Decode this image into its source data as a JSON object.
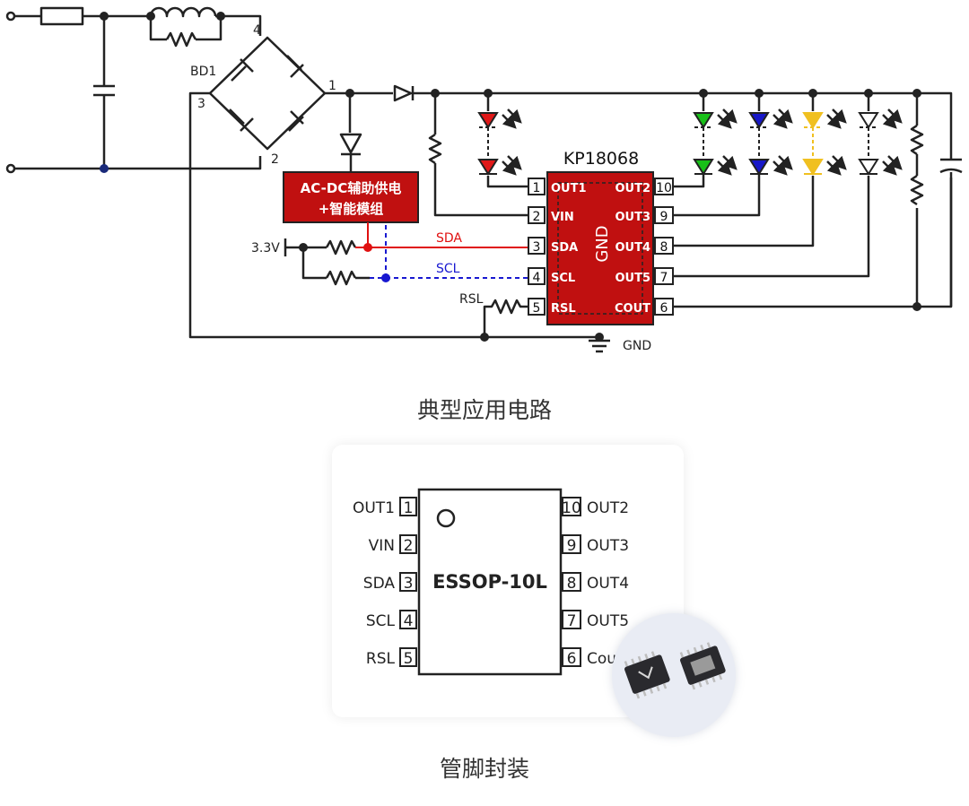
{
  "captions": {
    "circuit": "典型应用电路",
    "package": "管脚封装"
  },
  "chip": {
    "name": "KP18068",
    "center_label": "GND"
  },
  "aux_module": {
    "line1": "AC-DC辅助供电",
    "line2": "+智能模组"
  },
  "labels": {
    "bd1": "BD1",
    "node4": "4",
    "node1": "1",
    "node3": "3",
    "node2": "2",
    "v33": "3.3V",
    "sda": "SDA",
    "scl": "SCL",
    "rsl": "RSL",
    "gnd": "GND"
  },
  "pins_left": [
    {
      "num": "1",
      "name": "OUT1"
    },
    {
      "num": "2",
      "name": "VIN"
    },
    {
      "num": "3",
      "name": "SDA"
    },
    {
      "num": "4",
      "name": "SCL"
    },
    {
      "num": "5",
      "name": "RSL"
    }
  ],
  "pins_right": [
    {
      "num": "10",
      "name": "OUT2"
    },
    {
      "num": "9",
      "name": "OUT3"
    },
    {
      "num": "8",
      "name": "OUT4"
    },
    {
      "num": "7",
      "name": "OUT5"
    },
    {
      "num": "6",
      "name": "COUT"
    }
  ],
  "package": {
    "name": "ESSOP-10L",
    "left": [
      {
        "num": "1",
        "name": "OUT1"
      },
      {
        "num": "2",
        "name": "VIN"
      },
      {
        "num": "3",
        "name": "SDA"
      },
      {
        "num": "4",
        "name": "SCL"
      },
      {
        "num": "5",
        "name": "RSL"
      }
    ],
    "right": [
      {
        "num": "10",
        "name": "OUT2"
      },
      {
        "num": "9",
        "name": "OUT3"
      },
      {
        "num": "8",
        "name": "OUT4"
      },
      {
        "num": "7",
        "name": "OUT5"
      },
      {
        "num": "6",
        "name": "Cout"
      }
    ]
  },
  "colors": {
    "chip": "#c01010",
    "sda_line": "#e01010",
    "scl_line": "#1818d0",
    "led_red": "#e01818",
    "led_green": "#18c018",
    "led_blue": "#1818c8",
    "led_yellow": "#f0c020",
    "wire": "#222222"
  }
}
